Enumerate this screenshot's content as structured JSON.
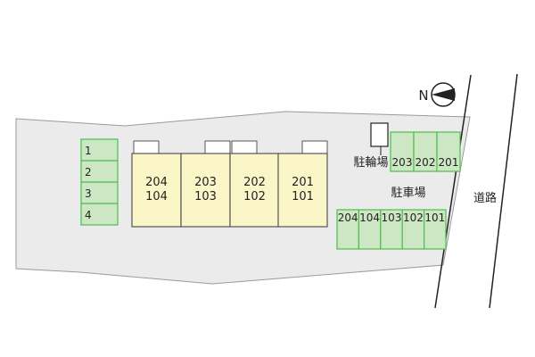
{
  "colors": {
    "lot_fill": "#ebebeb",
    "lot_stroke": "#9a9a9a",
    "parking_fill": "#cde6c4",
    "parking_stroke": "#4bbf4b",
    "building_fill": "#faf6c8",
    "building_stroke": "#555555",
    "line": "#222222"
  },
  "compass": {
    "north_label": "N",
    "icon": "north-arrow-icon"
  },
  "buildings": [
    {
      "upper": "204",
      "lower": "104"
    },
    {
      "upper": "203",
      "lower": "103"
    },
    {
      "upper": "202",
      "lower": "102"
    },
    {
      "upper": "201",
      "lower": "101"
    }
  ],
  "left_parking": [
    "1",
    "2",
    "3",
    "4"
  ],
  "bicycle_parking_label": "駐輪場",
  "parking_lot_label": "駐車場",
  "upper_parking": [
    "203",
    "202",
    "201"
  ],
  "lower_parking": [
    "204",
    "104",
    "103",
    "102",
    "101"
  ],
  "road_label": "道路"
}
